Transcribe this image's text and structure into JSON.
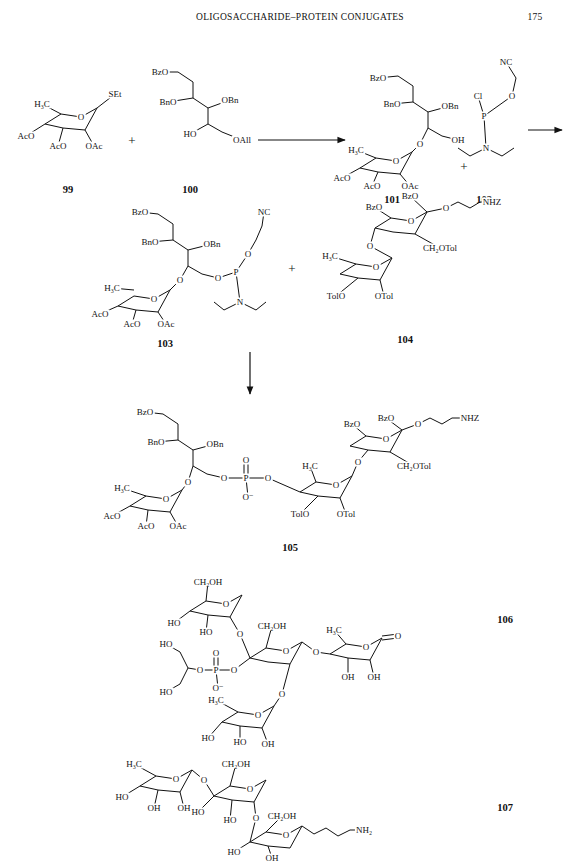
{
  "diagram": {
    "labels": [
      "OLIGOSACCHARIDE–PROTEIN CONJUGATES",
      "175",
      "SEt",
      "H₃C",
      "AcO",
      "AcO",
      "OAc",
      "O",
      "99",
      "+",
      "BzO",
      "BnO",
      "OBn",
      "HO",
      "OAll",
      "100",
      "BzO",
      "BnO",
      "OBn",
      "OH",
      "O",
      "H₃C",
      "AcO",
      "AcO",
      "OAc",
      "O",
      "101",
      "+",
      "NC",
      "O",
      "Cl",
      "P",
      "N",
      "102",
      "BzO",
      "BnO",
      "OBn",
      "O",
      "O",
      "P",
      "O",
      "NC",
      "N",
      "O",
      "H₃C",
      "AcO",
      "AcO",
      "OAc",
      "103",
      "+",
      "BzO",
      "BzO",
      "O",
      "O",
      "NHZ",
      "CH₂OTol",
      "O",
      "H₃C",
      "O",
      "TolO",
      "OTol",
      "104",
      "BzO",
      "BnO",
      "OBn",
      "O",
      "O",
      "P",
      "O",
      "O⁻",
      "O",
      "O",
      "H₃C",
      "AcO",
      "AcO",
      "OAc",
      "H₃C",
      "O",
      "TolO",
      "OTol",
      "O",
      "BzO",
      "BzO",
      "O",
      "O",
      "NHZ",
      "CH₂OTol",
      "105",
      "CH₂OH",
      "HO",
      "HO",
      "O",
      "O",
      "CH₂OH",
      "O",
      "HO",
      "O",
      "P",
      "O",
      "O⁻",
      "O",
      "HO",
      "O",
      "H₃C",
      "O",
      "O",
      "OH",
      "OH",
      "O",
      "H₃C",
      "O",
      "HO",
      "HO",
      "OH",
      "106",
      "H₃C",
      "O",
      "HO",
      "OH",
      "OH",
      "O",
      "CH₂OH",
      "O",
      "HO",
      "HO",
      "O",
      "CH₂OH",
      "O",
      "HO",
      "OH",
      "NH₂",
      "107"
    ]
  }
}
